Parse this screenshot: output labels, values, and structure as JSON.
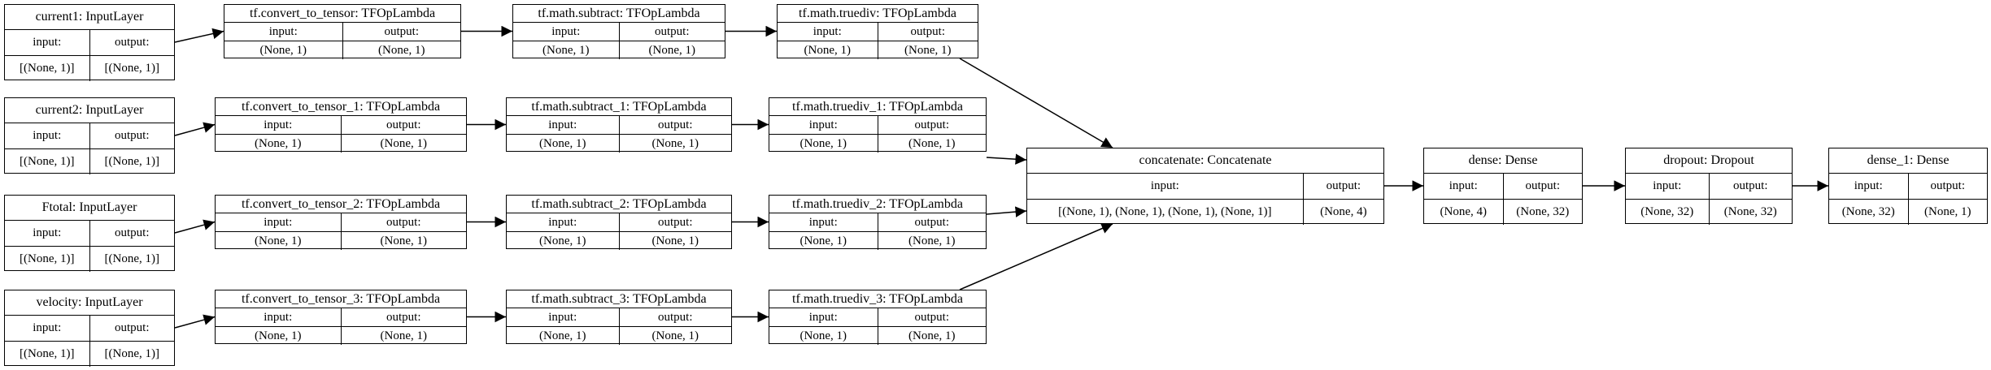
{
  "diagram": {
    "port_labels": {
      "input": "input:",
      "output": "output:"
    },
    "nodes": [
      {
        "id": "current1",
        "title": "current1: InputLayer",
        "input": "[(None, 1)]",
        "output": "[(None, 1)]"
      },
      {
        "id": "convert0",
        "title": "tf.convert_to_tensor: TFOpLambda",
        "input": "(None, 1)",
        "output": "(None, 1)"
      },
      {
        "id": "subtract0",
        "title": "tf.math.subtract: TFOpLambda",
        "input": "(None, 1)",
        "output": "(None, 1)"
      },
      {
        "id": "truediv0",
        "title": "tf.math.truediv: TFOpLambda",
        "input": "(None, 1)",
        "output": "(None, 1)"
      },
      {
        "id": "current2",
        "title": "current2: InputLayer",
        "input": "[(None, 1)]",
        "output": "[(None, 1)]"
      },
      {
        "id": "convert1",
        "title": "tf.convert_to_tensor_1: TFOpLambda",
        "input": "(None, 1)",
        "output": "(None, 1)"
      },
      {
        "id": "subtract1",
        "title": "tf.math.subtract_1: TFOpLambda",
        "input": "(None, 1)",
        "output": "(None, 1)"
      },
      {
        "id": "truediv1",
        "title": "tf.math.truediv_1: TFOpLambda",
        "input": "(None, 1)",
        "output": "(None, 1)"
      },
      {
        "id": "ftotal",
        "title": "Ftotal: InputLayer",
        "input": "[(None, 1)]",
        "output": "[(None, 1)]"
      },
      {
        "id": "convert2",
        "title": "tf.convert_to_tensor_2: TFOpLambda",
        "input": "(None, 1)",
        "output": "(None, 1)"
      },
      {
        "id": "subtract2",
        "title": "tf.math.subtract_2: TFOpLambda",
        "input": "(None, 1)",
        "output": "(None, 1)"
      },
      {
        "id": "truediv2",
        "title": "tf.math.truediv_2: TFOpLambda",
        "input": "(None, 1)",
        "output": "(None, 1)"
      },
      {
        "id": "velocity",
        "title": "velocity: InputLayer",
        "input": "[(None, 1)]",
        "output": "[(None, 1)]"
      },
      {
        "id": "convert3",
        "title": "tf.convert_to_tensor_3: TFOpLambda",
        "input": "(None, 1)",
        "output": "(None, 1)"
      },
      {
        "id": "subtract3",
        "title": "tf.math.subtract_3: TFOpLambda",
        "input": "(None, 1)",
        "output": "(None, 1)"
      },
      {
        "id": "truediv3",
        "title": "tf.math.truediv_3: TFOpLambda",
        "input": "(None, 1)",
        "output": "(None, 1)"
      },
      {
        "id": "concat",
        "title": "concatenate: Concatenate",
        "input": "[(None, 1), (None, 1), (None, 1), (None, 1)]",
        "output": "(None, 4)"
      },
      {
        "id": "dense",
        "title": "dense: Dense",
        "input": "(None, 4)",
        "output": "(None, 32)"
      },
      {
        "id": "dropout",
        "title": "dropout: Dropout",
        "input": "(None, 32)",
        "output": "(None, 32)"
      },
      {
        "id": "dense1",
        "title": "dense_1: Dense",
        "input": "(None, 32)",
        "output": "(None, 1)"
      }
    ],
    "edges": [
      [
        "current1",
        "convert0"
      ],
      [
        "convert0",
        "subtract0"
      ],
      [
        "subtract0",
        "truediv0"
      ],
      [
        "truediv0",
        "concat"
      ],
      [
        "current2",
        "convert1"
      ],
      [
        "convert1",
        "subtract1"
      ],
      [
        "subtract1",
        "truediv1"
      ],
      [
        "truediv1",
        "concat"
      ],
      [
        "ftotal",
        "convert2"
      ],
      [
        "convert2",
        "subtract2"
      ],
      [
        "subtract2",
        "truediv2"
      ],
      [
        "truediv2",
        "concat"
      ],
      [
        "velocity",
        "convert3"
      ],
      [
        "convert3",
        "subtract3"
      ],
      [
        "subtract3",
        "truediv3"
      ],
      [
        "truediv3",
        "concat"
      ],
      [
        "concat",
        "dense"
      ],
      [
        "dense",
        "dropout"
      ],
      [
        "dropout",
        "dense1"
      ]
    ]
  }
}
